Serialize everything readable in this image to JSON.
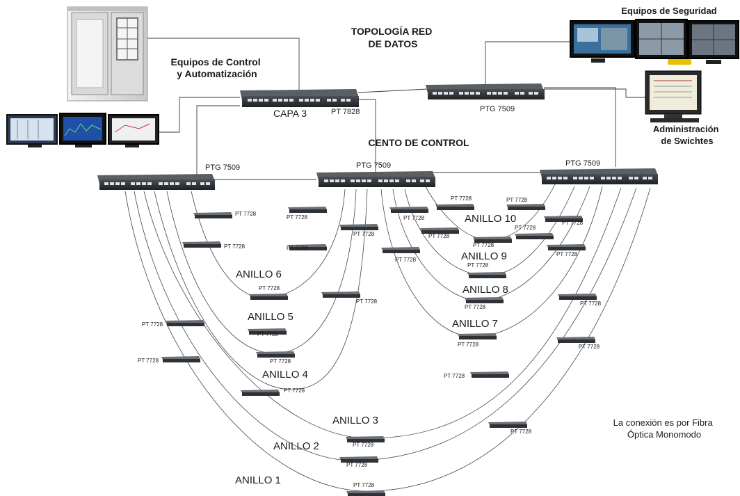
{
  "title": "TOPOLOGÍA RED\nDE DATOS",
  "title_lines": [
    "TOPOLOGÍA RED",
    "DE DATOS"
  ],
  "control_equipment": {
    "lines": [
      "Equipos de Control",
      "y Automatización"
    ]
  },
  "security_equipment": {
    "label": "Equipos de Seguridad"
  },
  "switch_admin": {
    "lines": [
      "Administración",
      "de Swichtes"
    ]
  },
  "control_center_label": "CENTO DE CONTROL",
  "core_switches": [
    {
      "id": "capa3",
      "name": "CAPA 3",
      "model": "PT 7828"
    },
    {
      "id": "core2",
      "model": "PTG 7509"
    }
  ],
  "distribution_switches": [
    {
      "id": "dist-left",
      "model": "PTG 7509"
    },
    {
      "id": "dist-center",
      "model": "PTG 7509"
    },
    {
      "id": "dist-right",
      "model": "PTG 7509"
    }
  ],
  "rings": [
    "ANILLO 1",
    "ANILLO 2",
    "ANILLO 3",
    "ANILLO 4",
    "ANILLO 5",
    "ANILLO 6",
    "ANILLO 7",
    "ANILLO 8",
    "ANILLO 9",
    "ANILLO 10"
  ],
  "ring_switch_model": "PT 7728",
  "note": "La conexión es por Fibra\nÓptica Monomodo",
  "note_lines": [
    "La conexión es por Fibra",
    "Óptica Monomodo"
  ],
  "colors": {
    "line": "#3a3a3a",
    "switch_body": "#2e3236",
    "cabinet": "#e6e6e6",
    "monitor_screen": "#1f4fa8"
  }
}
